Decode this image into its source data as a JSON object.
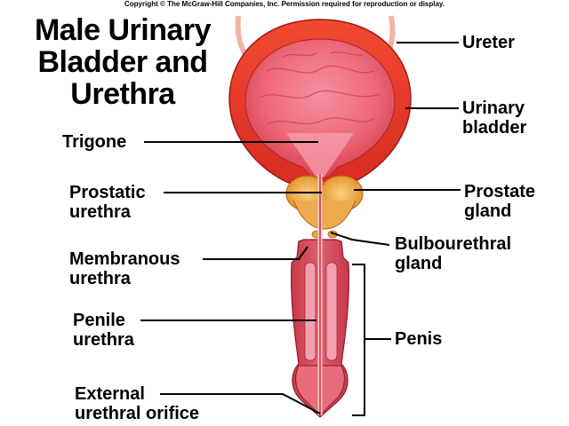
{
  "copyright": "Copyright © The McGraw-Hill Companies, Inc. Permission required for reproduction or display.",
  "title": [
    "Male Urinary",
    "Bladder and",
    "Urethra"
  ],
  "labels": {
    "ureter": [
      "Ureter"
    ],
    "urinary_bladder": [
      "Urinary",
      "bladder"
    ],
    "trigone": [
      "Trigone"
    ],
    "prostatic_urethra": [
      "Prostatic",
      "urethra"
    ],
    "prostate_gland": [
      "Prostate",
      "gland"
    ],
    "bulbourethral_gland": [
      "Bulbourethral",
      "gland"
    ],
    "membranous_urethra": [
      "Membranous",
      "urethra"
    ],
    "penile_urethra": [
      "Penile",
      "urethra"
    ],
    "penis": [
      "Penis"
    ],
    "external_urethral_orifice": [
      "External",
      "urethral orifice"
    ]
  },
  "colors": {
    "bladder_wall": "#e8342a",
    "bladder_lumen": "#f06a7a",
    "prostate": "#f0a040",
    "penis_tissue": "#d9485a",
    "leader_line": "#000000"
  }
}
